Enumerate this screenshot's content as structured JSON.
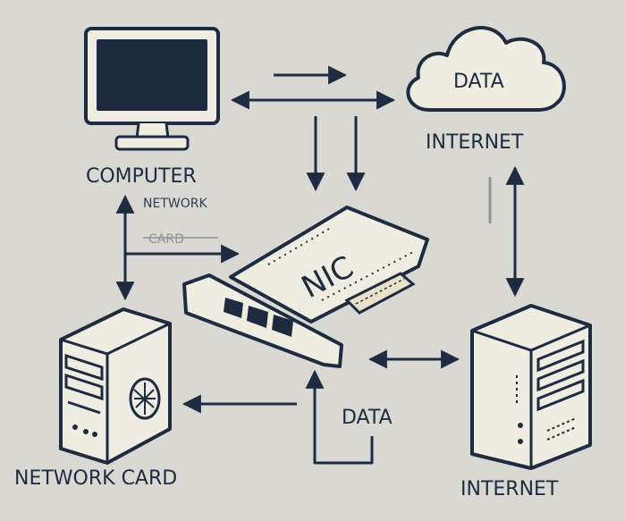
{
  "colors": {
    "background": "#d9d8d3",
    "ink": "#1f2b40",
    "paper": "#efece1",
    "screen": "#1e2a40",
    "faint": "#8e939c"
  },
  "labels": {
    "computer": "COMPUTER",
    "network_small": "NETWORK",
    "card_small": "CARD",
    "cloud": "DATA",
    "internet_top": "INTERNET",
    "nic": "NIC",
    "data_bottom": "DATA",
    "network_card": "NETWORK CARD",
    "internet_bottom": "INTERNET"
  },
  "icons": [
    "monitor-icon",
    "cloud-icon",
    "nic-card-icon",
    "server-tower-icon",
    "server-tower-icon"
  ]
}
